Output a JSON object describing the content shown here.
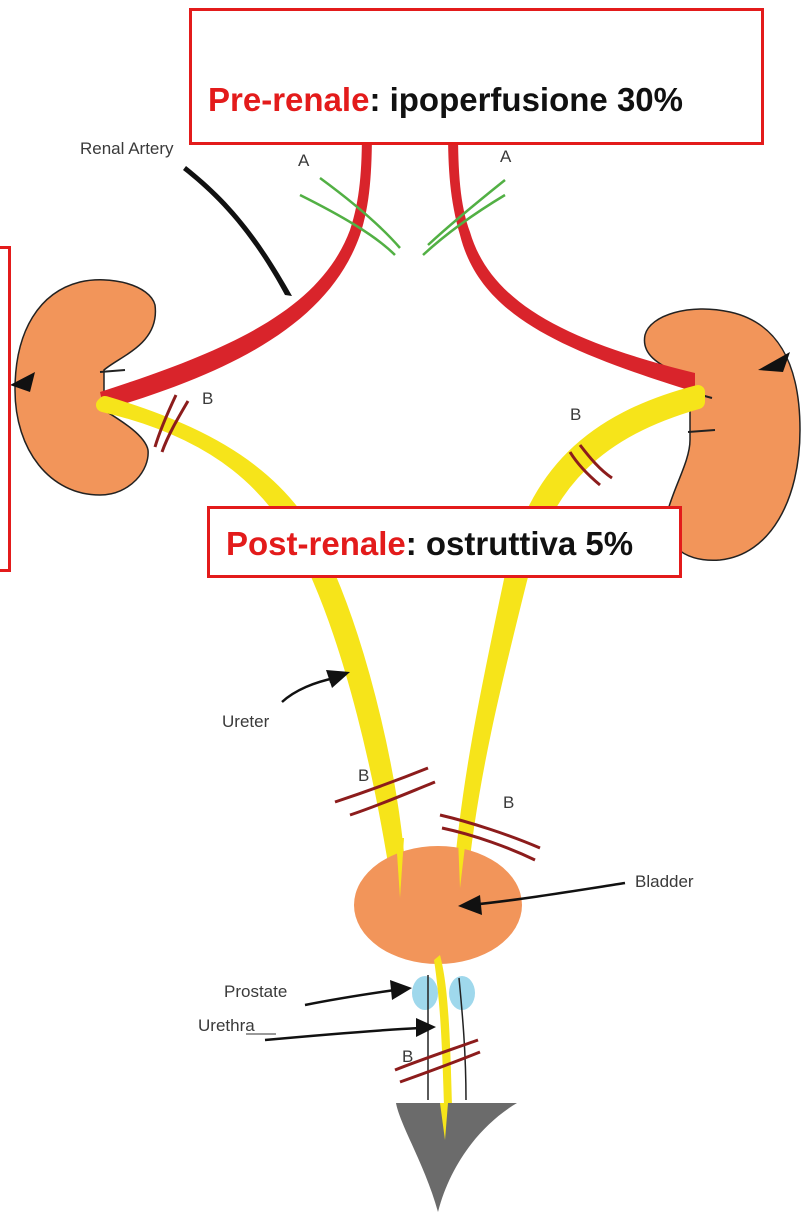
{
  "prerenal": {
    "highlight": "Pre-renale",
    "text": ": ipoperfusione 30%"
  },
  "postrenal": {
    "highlight": "Post-renale",
    "text": ": ostruttiva 5%"
  },
  "labels": {
    "renal_artery": "Renal Artery",
    "ureter": "Ureter",
    "bladder": "Bladder",
    "prostate": "Prostate",
    "urethra": "Urethra",
    "site_a": "A",
    "site_b": "B"
  },
  "colors": {
    "artery": "#d9242b",
    "ureter": "#f6e41a",
    "kidney": "#f2955a",
    "prostate": "#9fd8ec",
    "clamp_a": "#52b044",
    "clamp_b": "#8c1c1c",
    "box_border": "#e31b1b",
    "funnel": "#6b6b6b"
  }
}
